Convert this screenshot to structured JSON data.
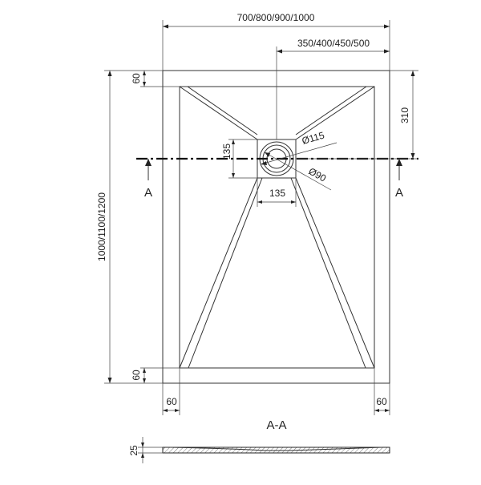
{
  "dimensions": {
    "width_options": "700/800/900/1000",
    "drain_offset_x": "350/400/450/500",
    "length_options": "1000/1100/1200",
    "border_top": "60",
    "border_bottom": "60",
    "border_left": "60",
    "border_right": "60",
    "drain_offset_y": "310",
    "drain_square_h": "135",
    "drain_square_w": "135",
    "drain_outer_diameter": "Ø115",
    "drain_inner_diameter": "Ø90",
    "thickness": "25"
  },
  "section": {
    "marker_left": "A",
    "marker_right": "A",
    "label": "A-A"
  }
}
